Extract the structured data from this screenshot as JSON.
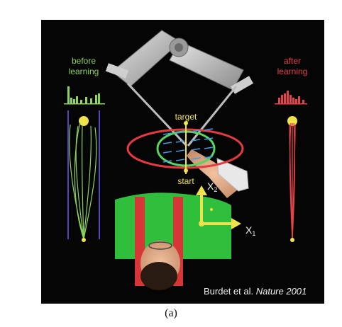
{
  "figure": {
    "left_label_line1": "before",
    "left_label_line2": "learning",
    "right_label_line1": "after",
    "right_label_line2": "learning",
    "target_label": "target",
    "start_label": "start",
    "axis_x_label": "X",
    "axis_x_sub": "1",
    "axis_y_label": "X",
    "axis_y_sub": "2",
    "citation_authors": "Burdet et al. ",
    "citation_journal": "Nature 2001",
    "colors": {
      "background": "#050505",
      "before_green": "#8fd45f",
      "after_red": "#e4434a",
      "target_yellow": "#f0e24a",
      "ellipse_red": "#e53a3f",
      "ellipse_green": "#59d35f",
      "force_blue": "#3f9ce5",
      "robot_gray": "#c8c8c8",
      "shirt_green": "#2fbf3d",
      "strap_red": "#d63636"
    }
  },
  "caption": "(a)"
}
